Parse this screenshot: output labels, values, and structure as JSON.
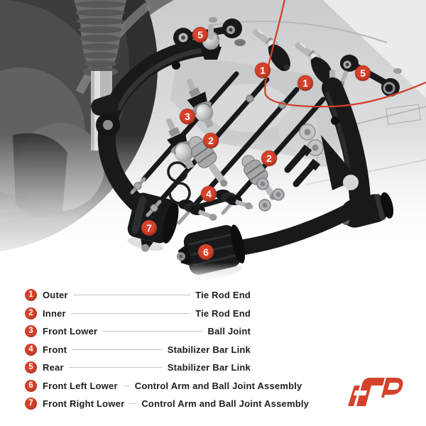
{
  "photo": {
    "badge_color": "#d5412a",
    "arc_color": "#d5412a",
    "badges": [
      {
        "label": "5"
      },
      {
        "label": "1"
      },
      {
        "label": "1"
      },
      {
        "label": "5"
      },
      {
        "label": "3"
      },
      {
        "label": "2"
      },
      {
        "label": "2"
      },
      {
        "label": "4"
      },
      {
        "label": "7"
      },
      {
        "label": "6"
      }
    ]
  },
  "legend": {
    "items": [
      {
        "number": "1",
        "position": "Outer",
        "part": "Tie Rod End"
      },
      {
        "number": "2",
        "position": "Inner",
        "part": "Tie Rod End"
      },
      {
        "number": "3",
        "position": "Front Lower",
        "part": "Ball Joint"
      },
      {
        "number": "4",
        "position": "Front",
        "part": "Stabilizer Bar Link"
      },
      {
        "number": "5",
        "position": "Rear",
        "part": "Stabilizer Bar Link"
      },
      {
        "number": "6",
        "position": "Front Left Lower",
        "part": "Control Arm and Ball Joint Assembly"
      },
      {
        "number": "7",
        "position": "Front Right Lower",
        "part": "Control Arm and Ball Joint Assembly"
      }
    ]
  },
  "brand": {
    "logo_icon": "ap-brand-mark",
    "logo_color": "#d5422c"
  }
}
